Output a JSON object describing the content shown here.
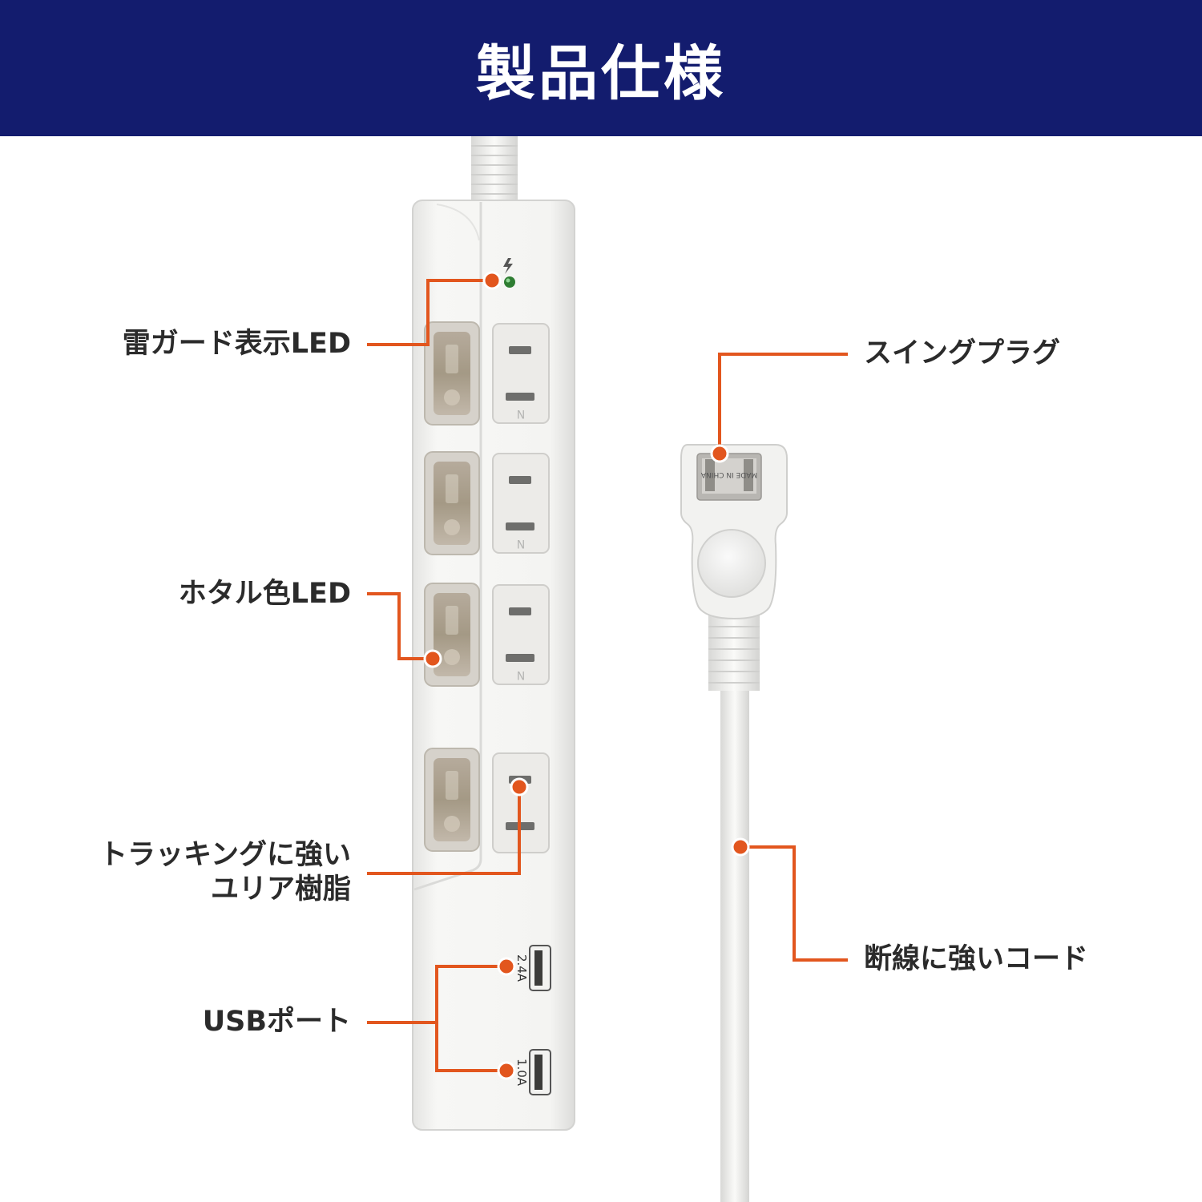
{
  "header": {
    "title": "製品仕様"
  },
  "callouts": {
    "kaminari_led": "雷ガード表示LED",
    "hotaru_led": "ホタル色LED",
    "tracking_line1": "トラッキングに強い",
    "tracking_line2": "ユリア樹脂",
    "usb_port": "USBポート",
    "swing_plug": "スイングプラグ",
    "cord": "断線に強いコード"
  },
  "product": {
    "usb_top_label": "2.4A",
    "usb_bottom_label": "1.0A",
    "plug_marking": "MADE IN CHINA",
    "outlet_marking": "N"
  },
  "colors": {
    "header_bg": "#131c6e",
    "callout": "#e2561e",
    "text": "#2b2b2b"
  }
}
